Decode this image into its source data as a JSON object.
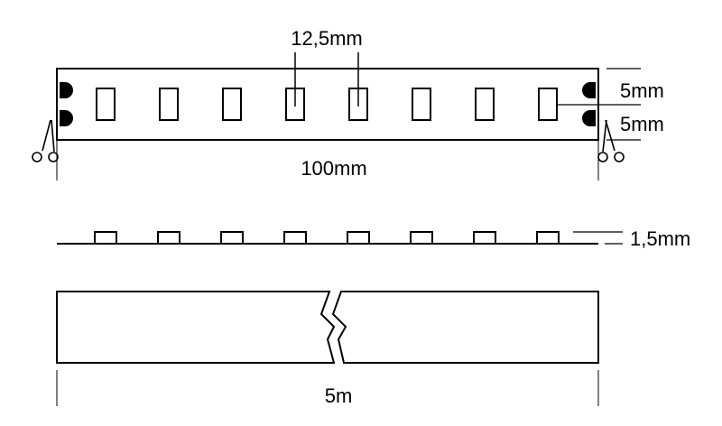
{
  "diagram": {
    "led_pitch_label": "12,5mm",
    "upper_pad_label": "5mm",
    "lower_pad_label": "5mm",
    "cut_length_label": "100mm",
    "height_label": "1,5mm",
    "total_length_label": "5m",
    "led_count": 8,
    "scissors_icon": "scissors-icon",
    "colors": {
      "line": "#000000",
      "background": "#ffffff"
    }
  }
}
